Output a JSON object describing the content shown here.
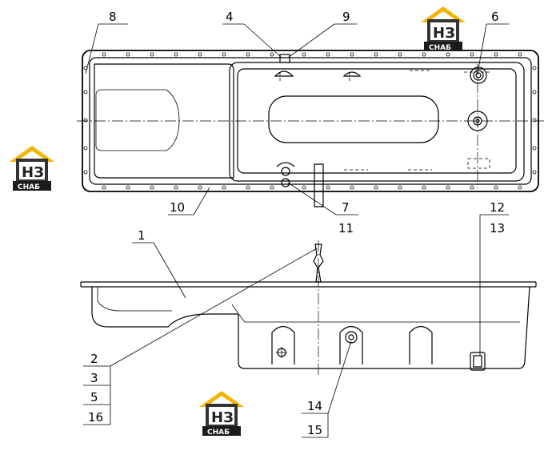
{
  "callouts": [
    "1",
    "2",
    "3",
    "4",
    "5",
    "6",
    "7",
    "8",
    "9",
    "10",
    "11",
    "12",
    "13",
    "14",
    "15",
    "16"
  ],
  "logo": {
    "main_text": "НЗ",
    "sub_text": "СНАБ",
    "colors": {
      "roof": "#f5b400",
      "body": "#333333",
      "label_bg": "#1b1b1b"
    }
  }
}
